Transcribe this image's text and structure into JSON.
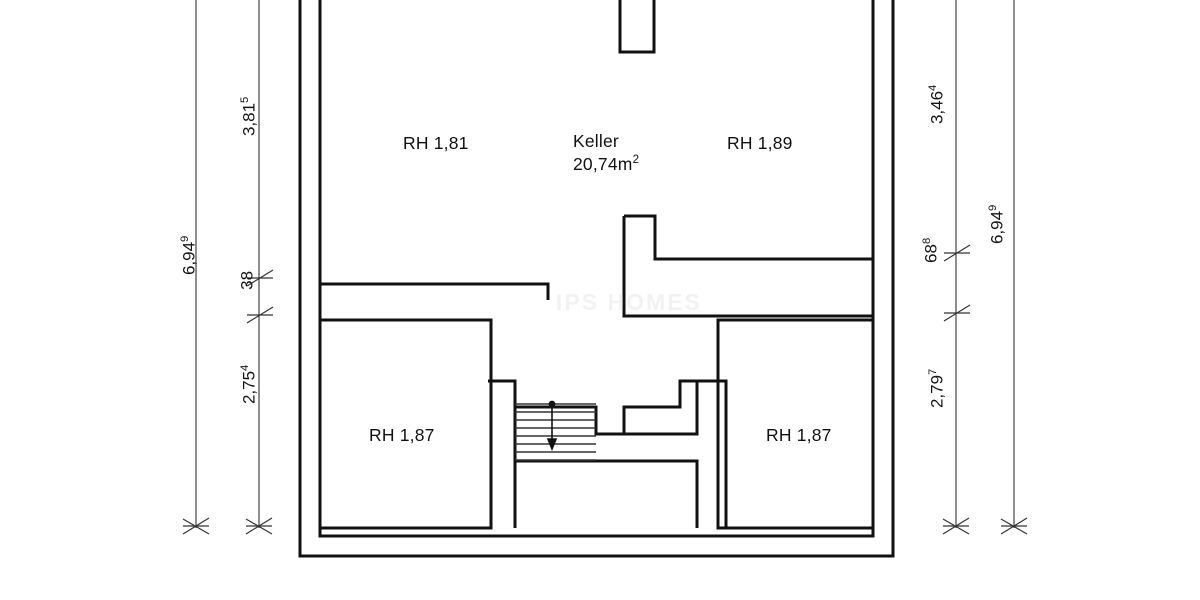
{
  "drawing": {
    "kind": "floor-plan",
    "title_room": "Keller",
    "area_text": "20,74m²",
    "line_color": "#111111",
    "background_color": "#ffffff",
    "watermark_text": "IPS HOMES"
  },
  "rooms": [
    {
      "id": "keller",
      "name": "Keller",
      "area": "20,74m²"
    },
    {
      "id": "upper-left",
      "height_label": "RH 1,81"
    },
    {
      "id": "upper-right",
      "height_label": "RH 1,89"
    },
    {
      "id": "lower-left",
      "height_label": "RH 1,87"
    },
    {
      "id": "lower-right",
      "height_label": "RH 1,87"
    }
  ],
  "labels": {
    "rh_upper_left": "RH 1,81",
    "rh_upper_right": "RH 1,89",
    "rh_lower_left": "RH 1,87",
    "rh_lower_right": "RH 1,87",
    "keller": "Keller",
    "keller_area_main": "20,74m",
    "keller_area_sup": "2"
  },
  "dimensions": {
    "left_outer": {
      "value": "6,94",
      "sup": "9",
      "orientation": "vertical"
    },
    "left_chain": [
      {
        "value": "3,81",
        "sup": "5",
        "orientation": "vertical"
      },
      {
        "value": "38",
        "sup": "",
        "orientation": "vertical"
      },
      {
        "value": "2,75",
        "sup": "4",
        "orientation": "vertical"
      }
    ],
    "right_chain": [
      {
        "value": "3,46",
        "sup": "4",
        "orientation": "vertical"
      },
      {
        "value": "68",
        "sup": "8",
        "orientation": "vertical"
      },
      {
        "value": "2,79",
        "sup": "7",
        "orientation": "vertical"
      }
    ],
    "right_outer": {
      "value": "6,94",
      "sup": "9",
      "orientation": "vertical"
    }
  },
  "stairs": {
    "name": "staircase",
    "tread_count": 7,
    "direction": "up"
  }
}
